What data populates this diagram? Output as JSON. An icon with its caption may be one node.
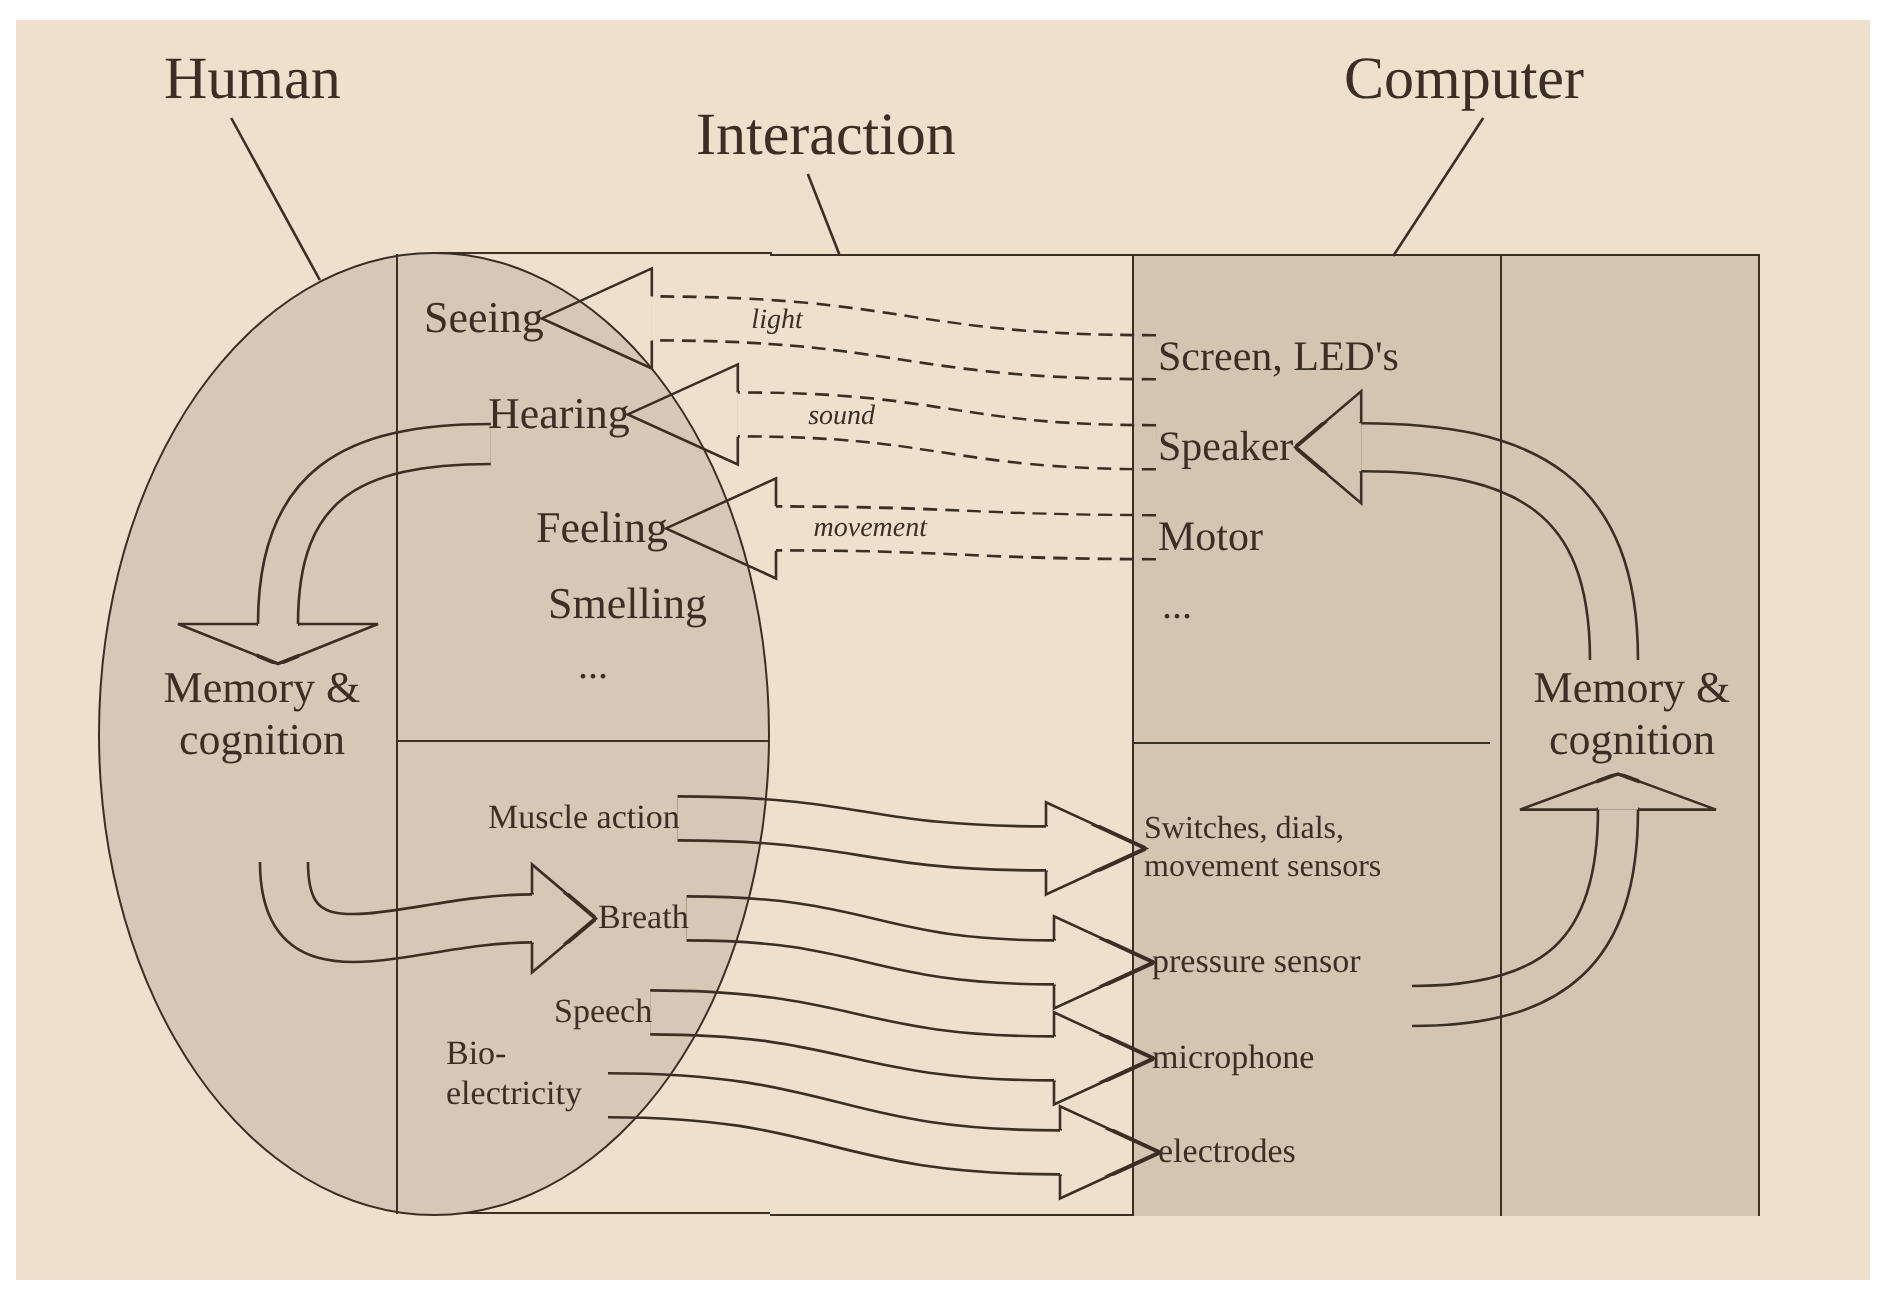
{
  "diagram": {
    "nodes": [
      {
        "text": [
          "Human"
        ]
      },
      {
        "text": [
          "Interaction"
        ]
      },
      {
        "text": [
          "Computer"
        ]
      },
      {
        "text": [],
        "shape": "box"
      },
      {
        "text": [],
        "shape": "ellipse"
      },
      {
        "text": [
          "Memory & cognition"
        ],
        "in": 4
      },
      {
        "text": [
          "Seeing"
        ],
        "in": 4
      },
      {
        "text": [
          "Hearing"
        ],
        "in": 4
      },
      {
        "text": [
          "Feeling"
        ],
        "in": 4
      },
      {
        "text": [
          "Smelling"
        ],
        "in": 4
      },
      {
        "text": [
          "..."
        ],
        "in": 4
      },
      {
        "text": [
          "Muscle action"
        ],
        "in": 4
      },
      {
        "text": [
          "Breath"
        ],
        "in": 4
      },
      {
        "text": [
          "Speech"
        ],
        "in": 4
      },
      {
        "text": [
          "Bio- electricity"
        ],
        "in": 4
      },
      {
        "text": [],
        "shape": "box",
        "in": 3
      },
      {
        "text": [
          "Screen, LED's"
        ],
        "in": 15
      },
      {
        "text": [
          "Speaker"
        ],
        "in": 15
      },
      {
        "text": [
          "Motor"
        ],
        "in": 15
      },
      {
        "text": [
          "..."
        ],
        "in": 15
      },
      {
        "text": [
          "Switches, dials, movement sensors"
        ],
        "in": 15
      },
      {
        "text": [
          "pressure sensor"
        ],
        "in": 15
      },
      {
        "text": [
          "microphone"
        ],
        "in": 15
      },
      {
        "text": [
          "electrodes"
        ],
        "in": 15
      },
      {
        "text": [],
        "shape": "box",
        "in": 3
      },
      {
        "text": [
          "Memory & cognition"
        ],
        "in": 24
      }
    ],
    "edges": [
      {
        "from": 0,
        "to": 4,
        "arrow": "none"
      },
      {
        "from": 1,
        "to": 3,
        "arrow": "none"
      },
      {
        "from": 2,
        "to": 15,
        "arrow": "none"
      },
      {
        "from": 16,
        "to": 6,
        "arrow": "to",
        "label": "light",
        "style": "dashed"
      },
      {
        "from": 17,
        "to": 7,
        "arrow": "to",
        "label": "sound",
        "style": "dashed"
      },
      {
        "from": 18,
        "to": 8,
        "arrow": "to",
        "label": "movement",
        "style": "dashed"
      },
      {
        "from": 7,
        "to": 5,
        "arrow": "to"
      },
      {
        "from": 5,
        "to": 12,
        "arrow": "to"
      },
      {
        "from": 11,
        "to": 20,
        "arrow": "to"
      },
      {
        "from": 12,
        "to": 21,
        "arrow": "to"
      },
      {
        "from": 13,
        "to": 22,
        "arrow": "to"
      },
      {
        "from": 14,
        "to": 23,
        "arrow": "to"
      },
      {
        "from": 25,
        "to": 17,
        "arrow": "to"
      },
      {
        "from": null,
        "to": 25,
        "arrow": "to"
      }
    ]
  }
}
